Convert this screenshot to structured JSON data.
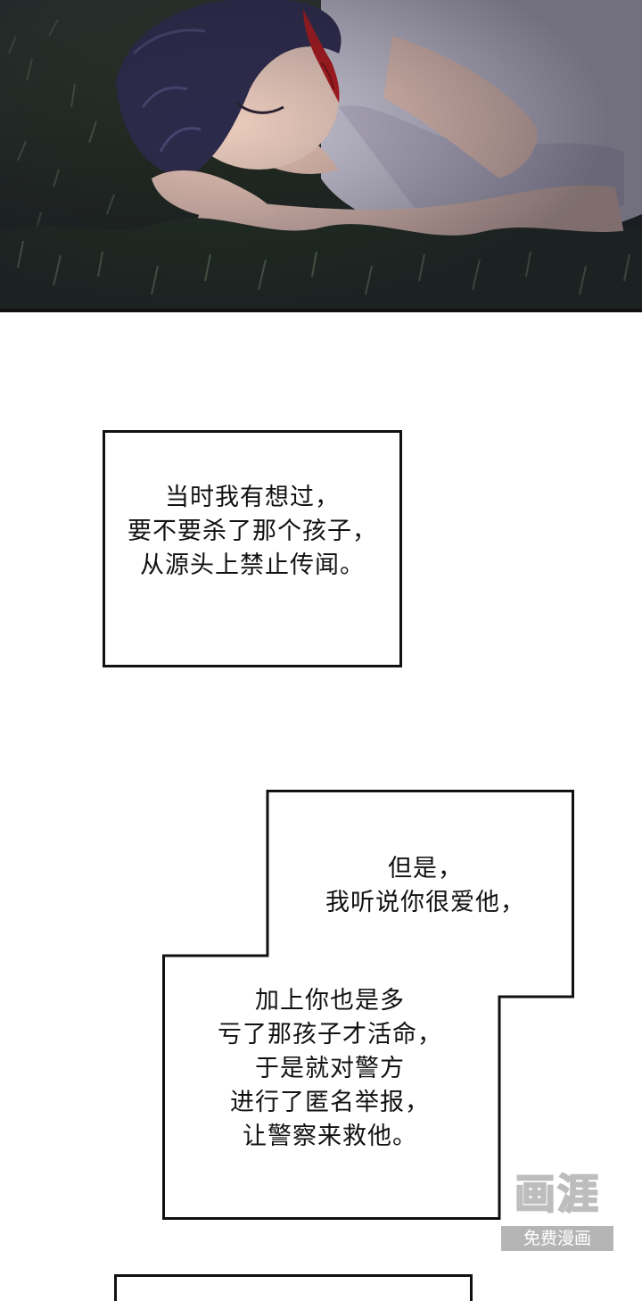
{
  "illustration": {
    "description_icon": "sleeping-boy-on-grass-illustration"
  },
  "captions": [
    {
      "lines": [
        "当时我有想过，",
        "要不要杀了那个孩子，",
        "从源头上禁止传闻。"
      ]
    },
    {
      "lines_top": [
        "但是，",
        "我听说你很爱他，"
      ],
      "lines_bottom": [
        "加上你也是多",
        "亏了那孩子才活命，",
        "于是就对警方",
        "进行了匿名举报，",
        "让警察来救他。"
      ]
    }
  ],
  "watermark": {
    "title": "画涯",
    "subtitle": "免费漫画"
  },
  "colors": {
    "grass_dark": "#1f2a1c",
    "hair": "#2c2a4a",
    "skin": "#e9c9b8",
    "shirt": "#c9c6d3",
    "blood": "#b01818",
    "border": "#111111"
  }
}
